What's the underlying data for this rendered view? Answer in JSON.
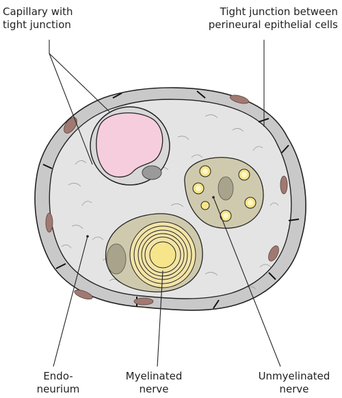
{
  "labels": {
    "capillary": [
      "Capillary with",
      "tight junction"
    ],
    "tight_junction": [
      "Tight junction between",
      "perineural epithelial cells"
    ],
    "endoneurium": [
      "Endo-",
      "neurium"
    ],
    "myelinated": [
      "Myelinated",
      "nerve"
    ],
    "unmyelinated": [
      "Unmyelinated",
      "nerve"
    ]
  },
  "colors": {
    "perineurium": "#c9c9c9",
    "endoneurium": "#e4e4e4",
    "nucleus": "#a07a72",
    "capillary_lumen": "#f6cddd",
    "myelin": "#f3e4a6",
    "axon": "#f6e58a",
    "schwann": "#cfcaae",
    "outline": "#222222"
  }
}
